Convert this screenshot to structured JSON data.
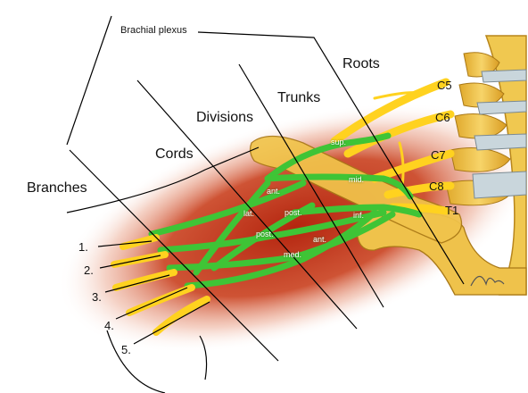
{
  "title": "Brachial plexus",
  "section_labels": {
    "roots": "Roots",
    "trunks": "Trunks",
    "divisions": "Divisions",
    "cords": "Cords",
    "branches": "Branches"
  },
  "roots": [
    "C5",
    "C6",
    "C7",
    "C8",
    "T1"
  ],
  "trunk_labels": {
    "sup": "sup.",
    "mid": "mid.",
    "inf": "inf."
  },
  "division_labels": {
    "ant_upper": "ant.",
    "post_upper": "post.",
    "post_lower": "post.",
    "ant_lower": "ant."
  },
  "cord_labels": {
    "lat": "lat.",
    "med": "med."
  },
  "branch_numbers": [
    "1.",
    "2.",
    "3.",
    "4.",
    "5."
  ],
  "colors": {
    "glow": "#c0391b",
    "bone": "#f2c54a",
    "nerve_yellow": "#ffd21f",
    "nerve_green": "#3fc436",
    "line": "#000000"
  }
}
